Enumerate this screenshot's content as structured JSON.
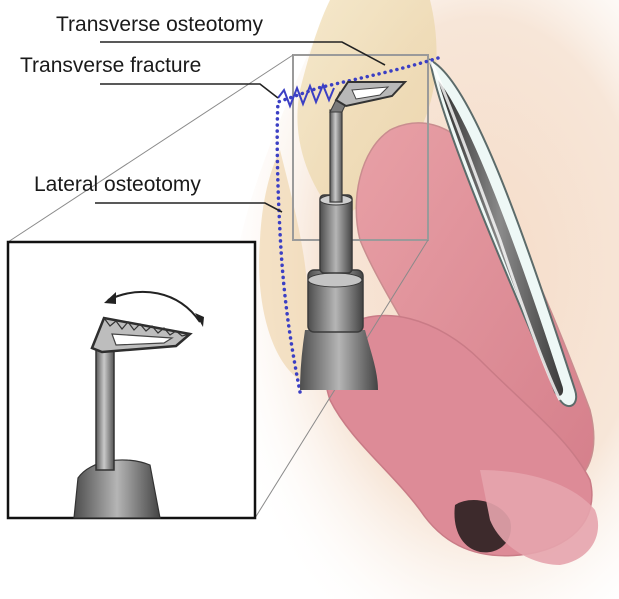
{
  "labels": {
    "transverse_osteotomy": "Transverse osteotomy",
    "transverse_fracture": "Transverse fracture",
    "lateral_osteotomy": "Lateral osteotomy"
  },
  "colors": {
    "skin": "#f4e3d3",
    "bone": "#efdcb4",
    "mucosa": "#e2909a",
    "mucosa_dark": "#c96a78",
    "osteotomy_line": "#3b3fc4",
    "instrument": "#8c8c8c",
    "instrument_dark": "#4a4a4a",
    "leader_line": "#222222",
    "zoom_frame": "#9a9a9a",
    "inset_frame": "#111111"
  },
  "icons": {
    "inset_rotation_arrow": "curved-double-arrow-icon",
    "instrument": "osteotome-icon"
  }
}
